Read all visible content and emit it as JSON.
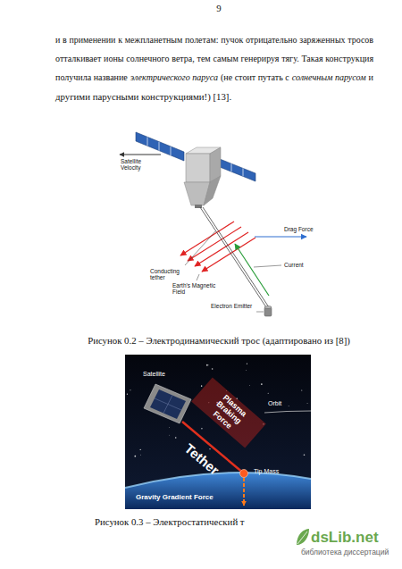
{
  "diagram": {
    "labels": [
      "9",
      "и в применении к межпланетным полетам: пучок отрицательно заряженных тросов",
      "отталкивает ионы солнечного ветра, тем самым генерируя тягу. Такая конструкция",
      "получила название",
      "электрического паруса",
      "(не стоит путать с",
      "солнечным парусом",
      "и",
      "другими парусными конструкциями!) [13].",
      "Satellite Velocity",
      "Conducting tether",
      "Drag Force",
      "Current",
      "Earth's Magnetic Field",
      "Electron Emitter",
      "Рисунок 0.2 – Электродинамический трос (адаптировано из [8])",
      "Satellite",
      "Orbit",
      "Plasma Braking Force",
      "Tether",
      "Tip Mass",
      "Gravity Gradient Force",
      "Рисунок 0.3 – Электростатический т",
      "dsLib.net",
      "библиотека диссертаций"
    ]
  }
}
